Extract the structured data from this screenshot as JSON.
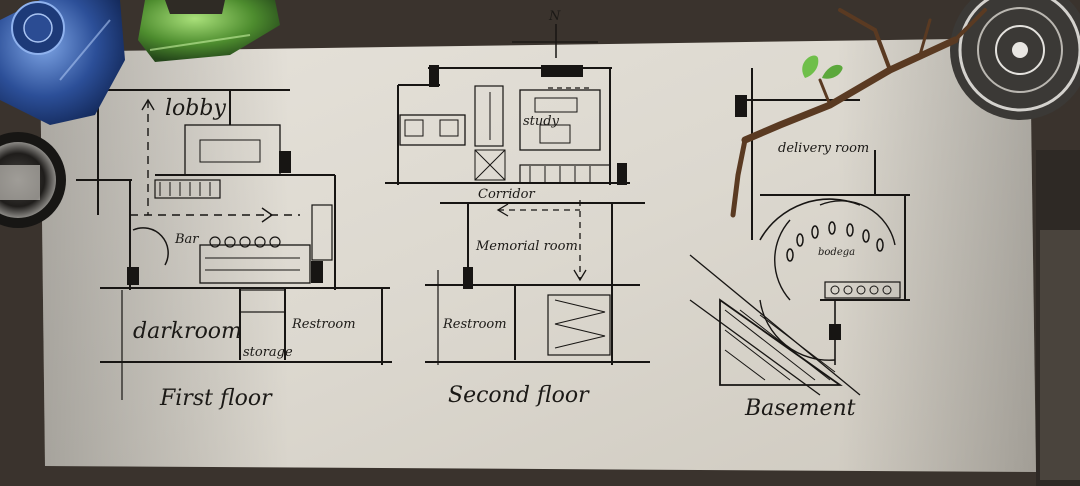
{
  "compass": {
    "north_label": "N"
  },
  "plans": [
    {
      "id": "first-floor",
      "title": "First floor",
      "rooms": {
        "lobby": "lobby",
        "bar": "Bar",
        "darkroom": "darkroom",
        "storage": "storage",
        "restroom": "Restroom"
      }
    },
    {
      "id": "second-floor",
      "title": "Second floor",
      "rooms": {
        "study": "study",
        "corridor": "Corridor",
        "memorial": "Memorial room",
        "restroom": "Restroom"
      }
    },
    {
      "id": "basement",
      "title": "Basement",
      "rooms": {
        "delivery": "delivery room",
        "bodega": "bodega"
      }
    }
  ],
  "colors": {
    "paper": "#ddd9d0",
    "ink": "#171513",
    "bottle_blue": "#3a5fa8",
    "bottle_green": "#5a9a3a",
    "leaf": "#6fbf4a"
  }
}
